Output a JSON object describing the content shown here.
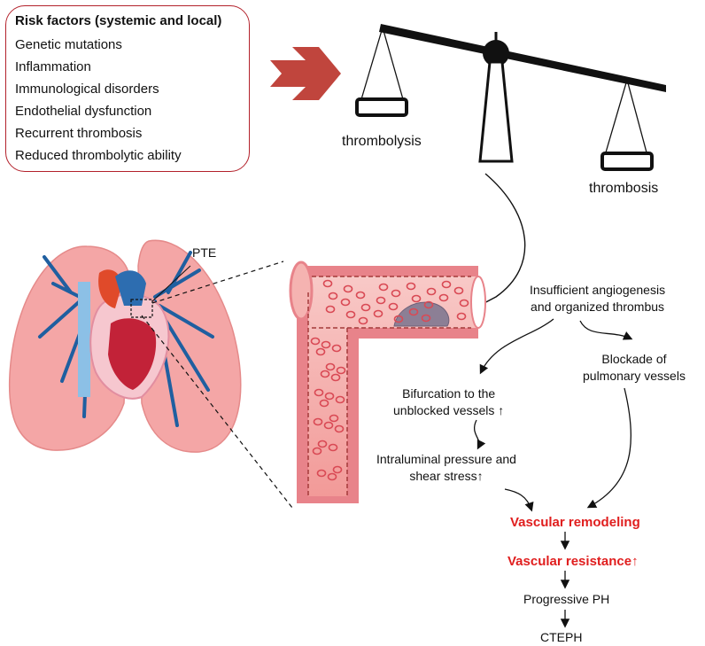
{
  "risk_box": {
    "title": "Risk factors (systemic and local)",
    "items": [
      "Genetic mutations",
      "Inflammation",
      "Immunological disorders",
      "Endothelial dysfunction",
      "Recurrent thrombosis",
      "Reduced thrombolytic ability"
    ]
  },
  "balance": {
    "left_label": "thrombolysis",
    "right_label": "thrombosis"
  },
  "anatomy": {
    "pte_label": "PTE"
  },
  "flow": {
    "insufficient_line1": "Insufficient angiogenesis",
    "insufficient_line2": "and organized thrombus",
    "blockade_line1": "Blockade of",
    "blockade_line2": "pulmonary vessels",
    "bifurcation_line1": "Bifurcation to the",
    "bifurcation_line2": "unblocked vessels ↑",
    "pressure_line1": "Intraluminal pressure and",
    "pressure_line2": "shear stress↑",
    "remodeling": "Vascular remodeling",
    "resistance": "Vascular resistance↑",
    "progressive": "Progressive PH",
    "cteph": "CTEPH"
  },
  "colors": {
    "box_border": "#b3212b",
    "arrow_red": "#c0453d",
    "highlight_red": "#e01e1e",
    "lung": "#f4a6a6",
    "vessel_wall": "#e8838a",
    "blood_cell": "#d94a55"
  }
}
